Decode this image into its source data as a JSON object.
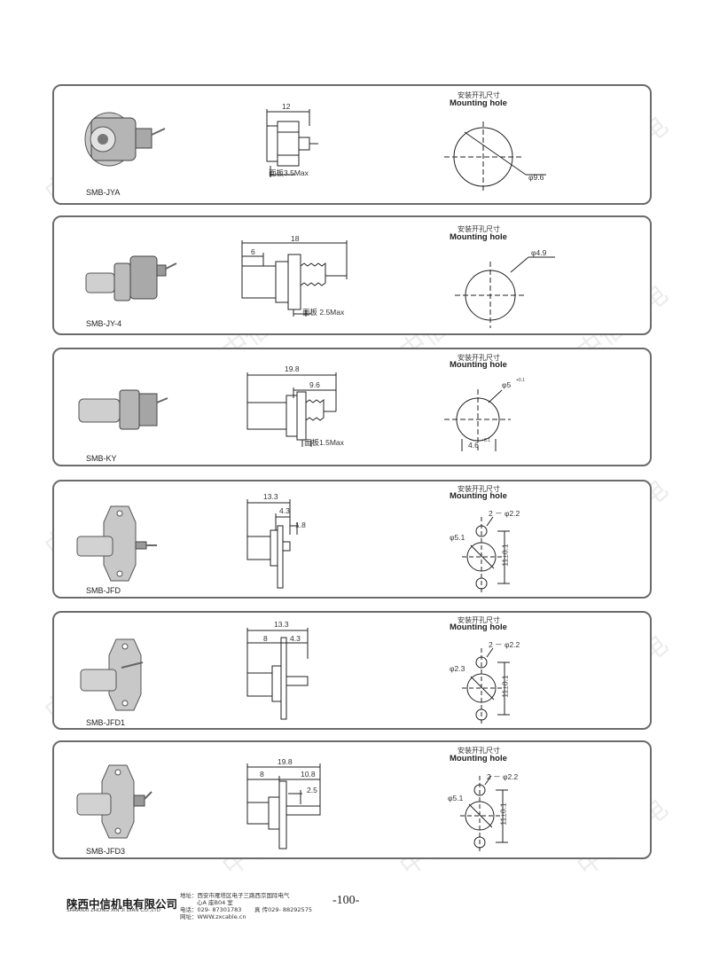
{
  "watermark": "中信机电",
  "mounting_label_cn": "安装开孔尺寸",
  "mounting_label_en": "Mounting hole",
  "products": [
    {
      "model": "SMB-JYA",
      "dims": [
        "12",
        "面板3.5Max"
      ],
      "hole": [
        "φ9.6"
      ]
    },
    {
      "model": "SMB-JY-4",
      "dims": [
        "18",
        "6",
        "面板 2.5Max"
      ],
      "hole": [
        "φ4.9"
      ]
    },
    {
      "model": "SMB-KY",
      "dims": [
        "19.8",
        "9.6",
        "面板1.5Max"
      ],
      "hole": [
        "φ5",
        "+0.1",
        "4.6",
        "+0.1"
      ]
    },
    {
      "model": "SMB-JFD",
      "dims": [
        "13.3",
        "4.3",
        "1.8"
      ],
      "hole": [
        "2 － φ2.2",
        "φ5.1",
        "11±0.1"
      ]
    },
    {
      "model": "SMB-JFD1",
      "dims": [
        "13.3",
        "8",
        "4.3"
      ],
      "hole": [
        "2 － φ2.2",
        "φ2.3",
        "11±0.1"
      ]
    },
    {
      "model": "SMB-JFD3",
      "dims": [
        "19.8",
        "8",
        "10.8",
        "2.5"
      ],
      "hole": [
        "2 － φ2.2",
        "φ5.1",
        "11±0.1"
      ]
    }
  ],
  "footer": {
    "company_cn": "陕西中信机电有限公司",
    "company_en": "SHAANXI ZHONG XIN JI DIAN CO.,LTD",
    "address_line1": "地址：西安市雁塔区电子三路西京国际电气",
    "address_line2": "心A 座B04 室",
    "phone": "电话：029- 87301783",
    "fax": "真  传029- 88292575",
    "website": "网址：WWW.zxcable.cn",
    "page_number": "-100-"
  }
}
